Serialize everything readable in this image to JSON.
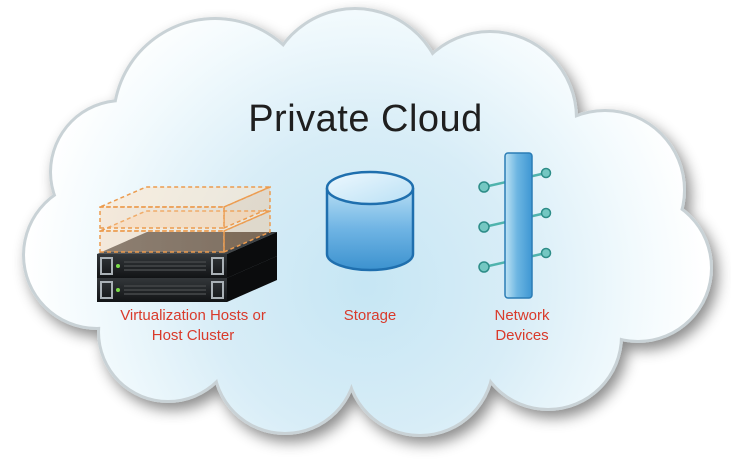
{
  "diagram": {
    "title": "Private Cloud",
    "nodes": [
      {
        "id": "virtualization-hosts",
        "label": "Virtualization Hosts or Host Cluster",
        "lines": [
          "Virtualization Hosts or",
          "Host Cluster"
        ],
        "icon": "server-stack-icon"
      },
      {
        "id": "storage",
        "label": "Storage",
        "lines": [
          "Storage"
        ],
        "icon": "storage-cylinder-icon"
      },
      {
        "id": "network-devices",
        "label": "Network Devices",
        "lines": [
          "Network",
          "Devices"
        ],
        "icon": "network-switch-icon"
      }
    ],
    "colors": {
      "label": "#D93A2B",
      "title": "#1F1F1F",
      "cloud_tint": "#C6E6F4",
      "accent_blue": "#4DA0D8",
      "accent_orange": "#EC9B4E",
      "accent_teal": "#4FB3AD",
      "server_dark": "#1B1D1F"
    }
  }
}
